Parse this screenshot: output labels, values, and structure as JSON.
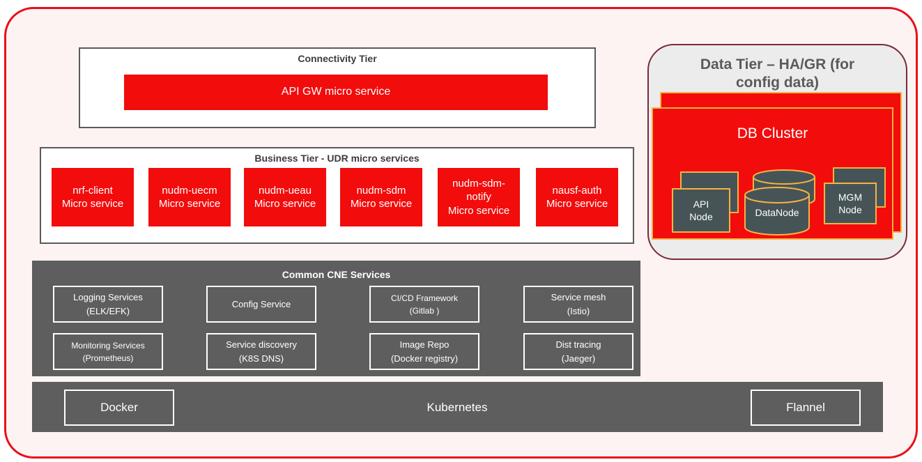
{
  "connectivity": {
    "title": "Connectivity Tier",
    "api_gw": "API GW micro service"
  },
  "business": {
    "title": "Business Tier - UDR micro services",
    "services": [
      {
        "name": "nrf-client",
        "sub": "Micro service"
      },
      {
        "name": "nudm-uecm",
        "sub": "Micro service"
      },
      {
        "name": "nudm-ueau",
        "sub": "Micro service"
      },
      {
        "name": "nudm-sdm",
        "sub": "Micro service"
      },
      {
        "name": "nudm-sdm-notify",
        "sub": "Micro service"
      },
      {
        "name": "nausf-auth",
        "sub": "Micro service"
      }
    ]
  },
  "cne": {
    "title": "Common CNE Services",
    "services": [
      {
        "line1": "Logging Services",
        "line2": "(ELK/EFK)"
      },
      {
        "line1": "Config Service",
        "line2": ""
      },
      {
        "line1": "CI/CD Framework",
        "line2": "(Gitlab )"
      },
      {
        "line1": "Service mesh",
        "line2": "(Istio)"
      },
      {
        "line1": "Monitoring Services",
        "line2": "(Prometheus)"
      },
      {
        "line1": "Service discovery",
        "line2": "(K8S DNS)"
      },
      {
        "line1": "Image Repo",
        "line2": "(Docker registry)"
      },
      {
        "line1": "Dist tracing",
        "line2": "(Jaeger)"
      }
    ]
  },
  "platform": {
    "docker": "Docker",
    "kubernetes": "Kubernetes",
    "flannel": "Flannel"
  },
  "data_tier": {
    "title_line1": "Data Tier – HA/GR (for",
    "title_line2": "config data)",
    "cluster": "DB Cluster",
    "api_node_1": "API",
    "api_node_2": "Node",
    "data_node": "DataNode",
    "mgm_node_1": "MGM",
    "mgm_node_2": "Node"
  },
  "colors": {
    "accent_red": "#f20c0c",
    "outline_red": "#e8101c",
    "cne_gray": "#5e5e5e",
    "node_slate": "#475457",
    "node_border": "#f5b342"
  }
}
